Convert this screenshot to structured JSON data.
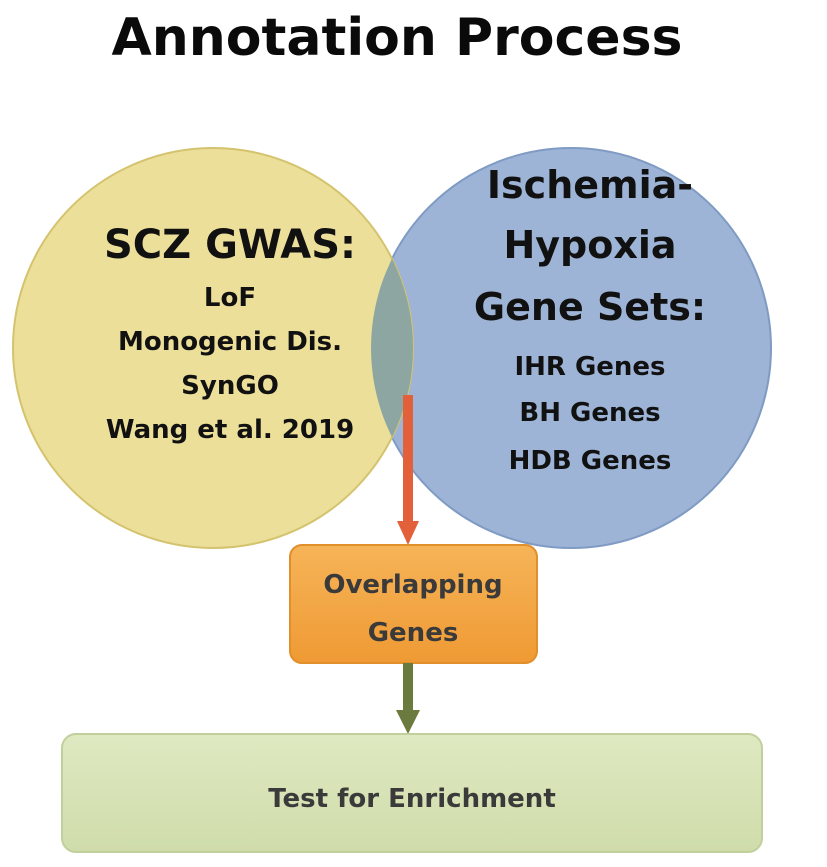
{
  "title": "Annotation Process",
  "left_set": {
    "heading": "SCZ GWAS:",
    "items": [
      "LoF",
      "Monogenic Dis.",
      "SynGO",
      "Wang et al. 2019"
    ],
    "fill": "#ecdf9a",
    "stroke": "#d4c36e"
  },
  "right_set": {
    "heading_lines": [
      "Ischemia-",
      "Hypoxia",
      "Gene Sets:"
    ],
    "items": [
      "IHR Genes",
      "BH Genes",
      "HDB Genes"
    ],
    "fill": "#9db4d6",
    "stroke": "#7f9bc4"
  },
  "overlap_fill": "#8ea6a2",
  "arrow_colors": {
    "overlap_to_genes": "#e2603a",
    "genes_to_test": "#6b7a3e"
  },
  "overlap_box": {
    "lines": [
      "Overlapping",
      "Genes"
    ],
    "fill": "#f3a640",
    "stroke": "#e08f2a"
  },
  "enrichment_box": {
    "label": "Test for Enrichment",
    "fill": "#d6e2b6",
    "stroke": "#c0cf9c"
  }
}
